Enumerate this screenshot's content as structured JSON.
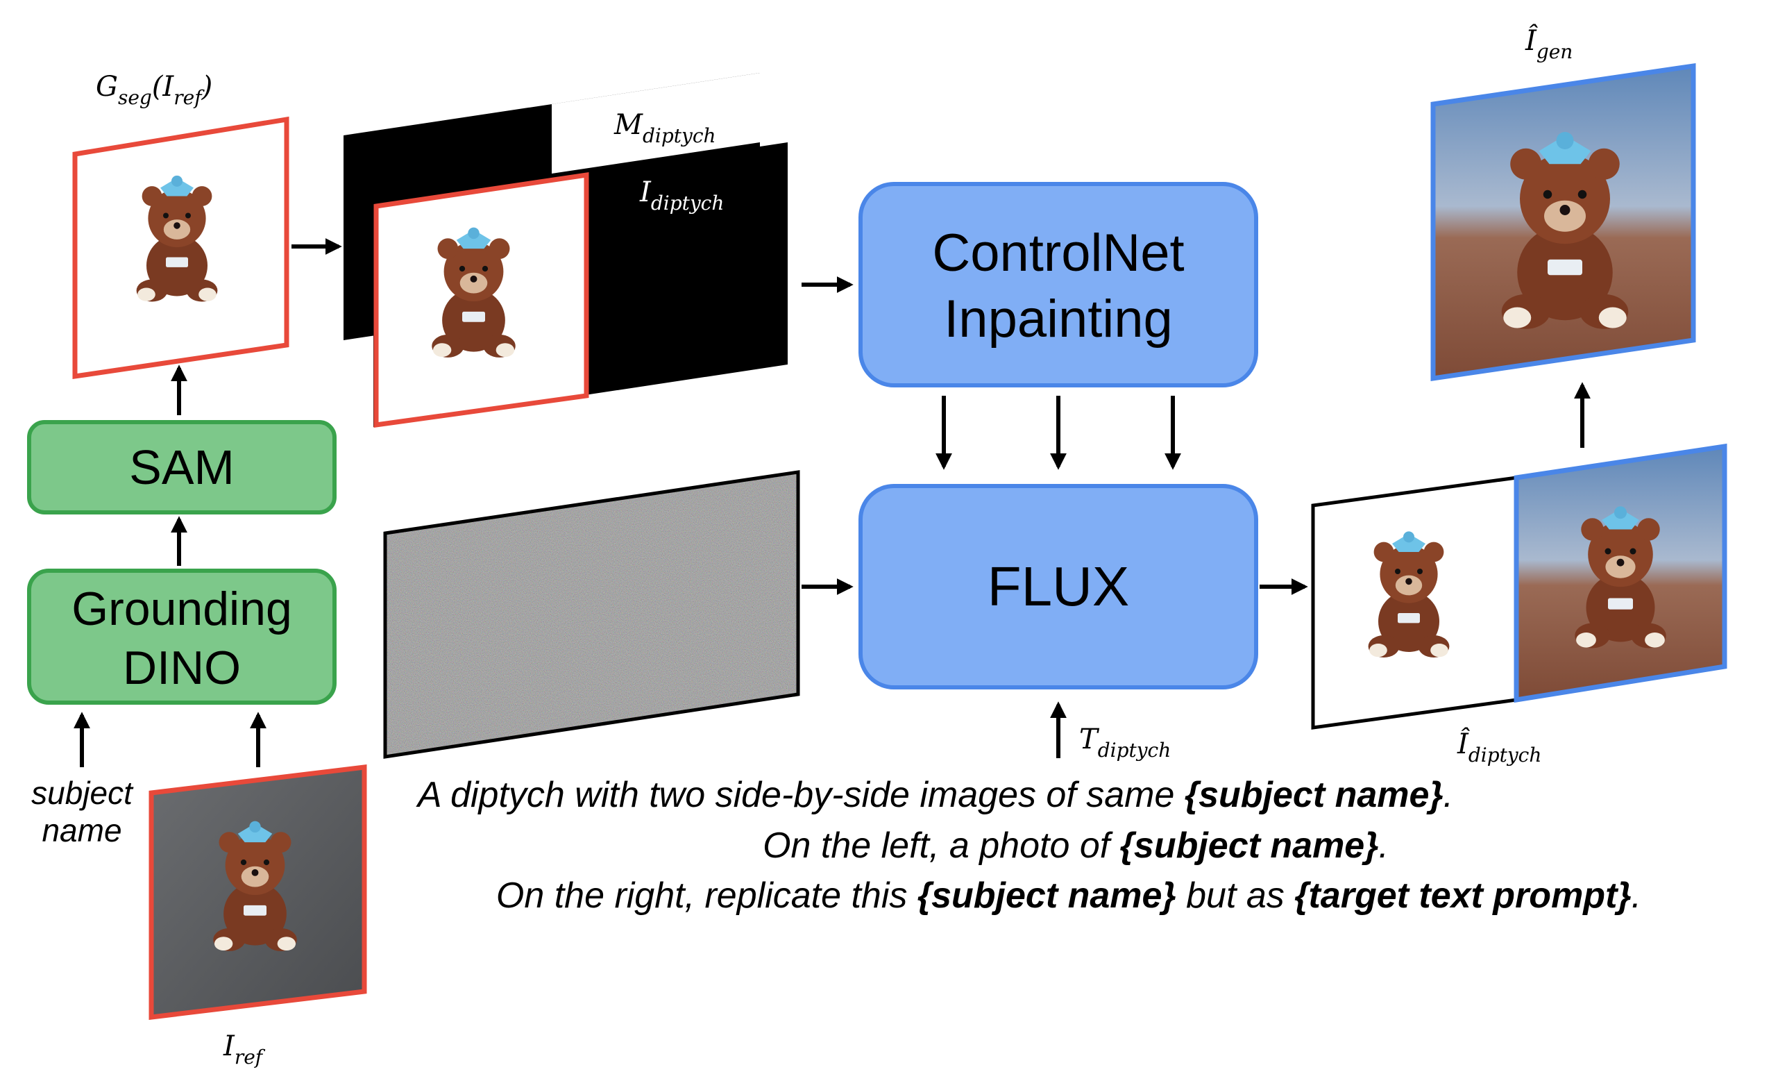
{
  "boxes": {
    "sam": "SAM",
    "grounding_line1": "Grounding",
    "grounding_line2": "DINO",
    "controlnet_line1": "ControlNet",
    "controlnet_line2": "Inpainting",
    "flux": "FLUX"
  },
  "labels": {
    "g_seg": "G",
    "g_seg_sub": "seg",
    "g_seg_arg": "(I",
    "g_seg_arg_sub": "ref",
    "g_seg_close": ")",
    "m_diptych": "M",
    "m_diptych_sub": "diptych",
    "i_diptych": "I",
    "i_diptych_sub": "diptych",
    "t_diptych": "T",
    "t_diptych_sub": "diptych",
    "i_hat_diptych": "Î",
    "i_hat_diptych_sub": "diptych",
    "i_hat_gen": "Î",
    "i_hat_gen_sub": "gen",
    "i_ref": "I",
    "i_ref_sub": "ref",
    "subject_line1": "subject",
    "subject_line2": "name"
  },
  "prompt": {
    "line1_a": "A diptych with two side-by-side images of same ",
    "line1_b": "{subject name}",
    "line1_c": ".",
    "line2_a": "On the left, a photo of ",
    "line2_b": "{subject name}",
    "line2_c": ".",
    "line3_a": "On the right, replicate this ",
    "line3_b": "{subject name}",
    "line3_c": " but as ",
    "line3_d": "{target text prompt}",
    "line3_e": "."
  },
  "colors": {
    "green_fill": "#7dc88a",
    "green_stroke": "#3aa34c",
    "blue_fill": "#80aef5",
    "blue_stroke": "#4a86e8",
    "red_frame": "#e8493a",
    "blue_frame": "#4a86e8"
  }
}
